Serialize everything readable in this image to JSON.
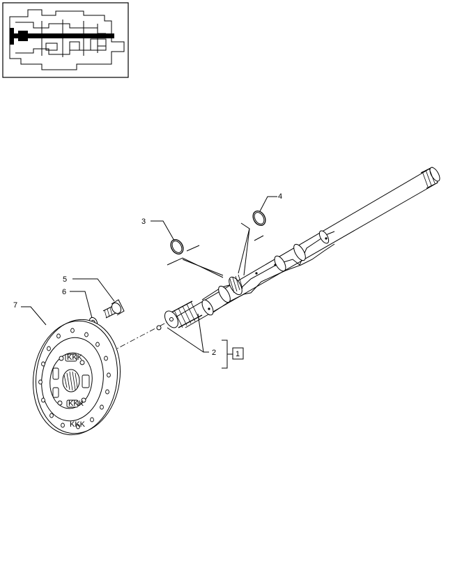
{
  "diagram": {
    "callouts": [
      {
        "id": "callout-1",
        "text": "1"
      },
      {
        "id": "callout-2",
        "text": "2"
      },
      {
        "id": "callout-3",
        "text": "3"
      },
      {
        "id": "callout-4",
        "text": "4"
      },
      {
        "id": "callout-5",
        "text": "5"
      },
      {
        "id": "callout-6",
        "text": "6"
      },
      {
        "id": "callout-7",
        "text": "7"
      }
    ],
    "disc_center_marks": [
      "KKK",
      "KKK",
      "KKK"
    ]
  }
}
